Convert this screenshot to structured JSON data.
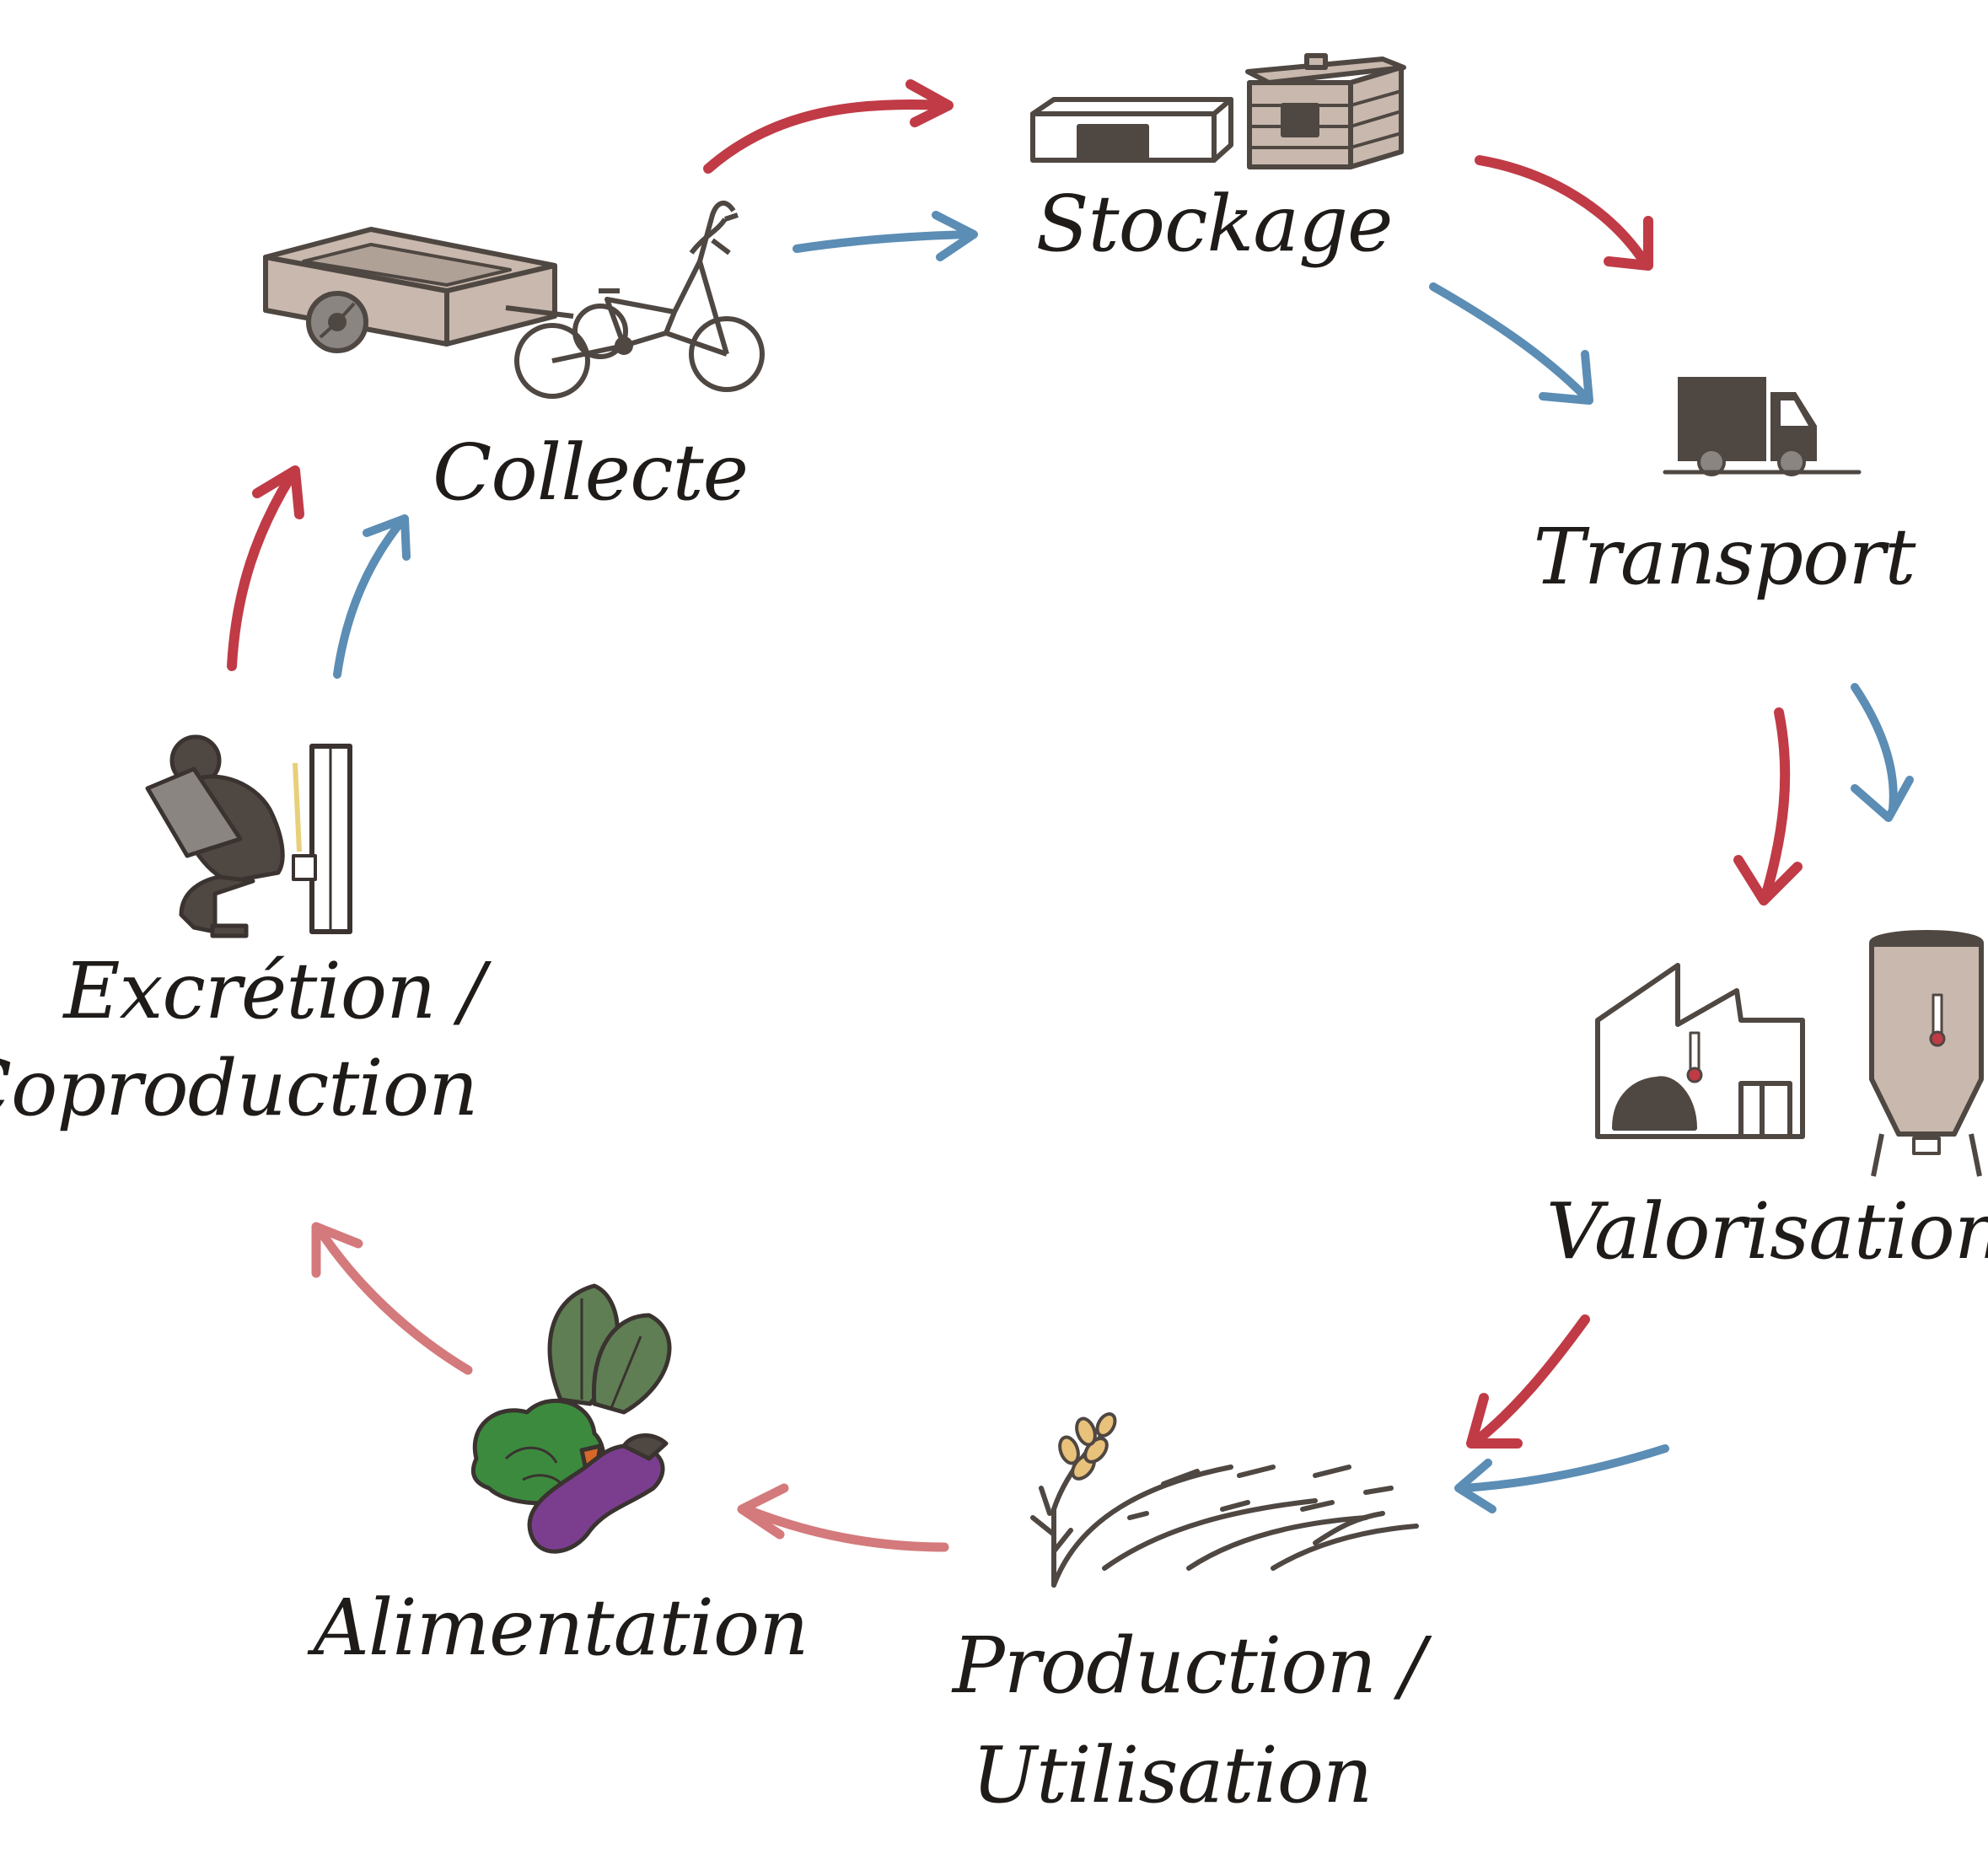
{
  "colors": {
    "ink": "#4f4742",
    "fill_tan": "#c8b8ad",
    "fill_gray": "#8a8581",
    "red_arrow": "#c03b46",
    "blue_arrow": "#5b8db5",
    "pink_arrow": "#d47a7c",
    "leaf_green": "#3c8a3e",
    "leaf_dark": "#5f7e54",
    "eggplant": "#7b3e8f",
    "carrot": "#d6682a",
    "wheat": "#e8c27a"
  },
  "stages": {
    "stockage": {
      "label": "Stockage",
      "icon": "storage-containers-icon"
    },
    "transport": {
      "label": "Transport",
      "icon": "truck-icon"
    },
    "valorisation": {
      "label": "Valorisation",
      "icon": "factory-digester-icon"
    },
    "production": {
      "label": "Production /",
      "label2": "Utilisation",
      "icon": "field-wheat-icon"
    },
    "alimentation": {
      "label": "Alimentation",
      "icon": "vegetables-icon"
    },
    "excretion": {
      "label": "Excrétion /",
      "label2": "Coproduction",
      "icon": "person-toilet-icon"
    },
    "collecte": {
      "label": "Collecte",
      "icon": "cargo-bike-icon"
    }
  }
}
